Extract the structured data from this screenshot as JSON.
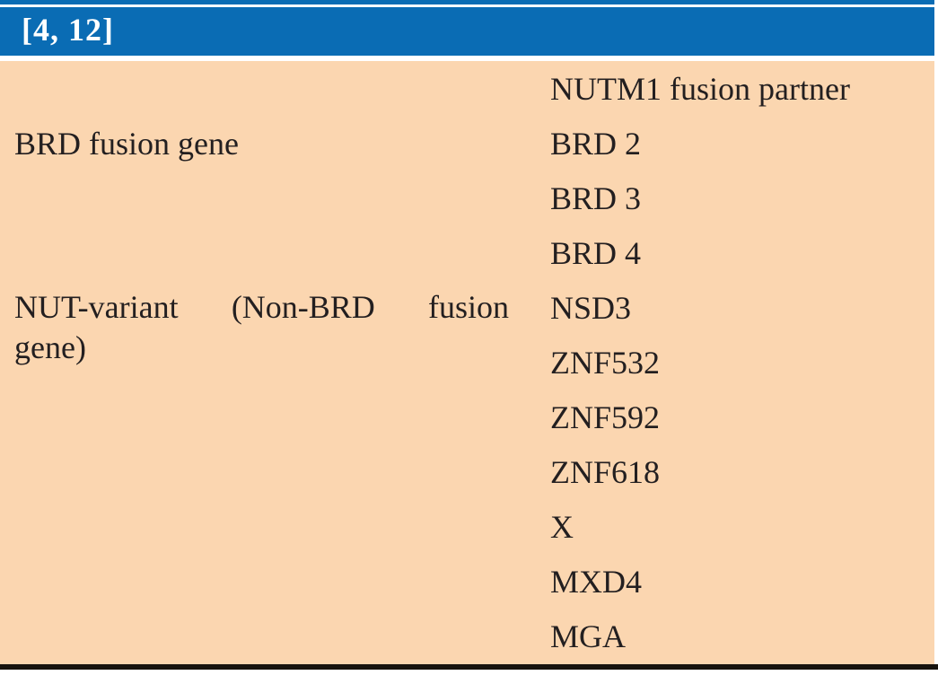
{
  "table": {
    "citation": "[4, 12]",
    "column_header": "NUTM1 fusion partner",
    "rows": [
      {
        "label": "BRD fusion gene",
        "partners": [
          "BRD 2",
          "BRD 3",
          "BRD 4"
        ]
      },
      {
        "label": "NUT-variant (Non-BRD fusion gene)",
        "label_line1_words": [
          "NUT-variant",
          "(Non-BRD",
          "fusion"
        ],
        "label_line2": "gene)",
        "partners": [
          "NSD3",
          "ZNF532",
          "ZNF592",
          "ZNF618",
          "X",
          "MXD4",
          "MGA"
        ]
      }
    ],
    "colors": {
      "header_blue": "#0a6cb4",
      "body_peach": "#fbd6b0",
      "text_dark": "#231f20",
      "header_text": "#ffffff",
      "bottom_rule": "#17130e"
    }
  }
}
